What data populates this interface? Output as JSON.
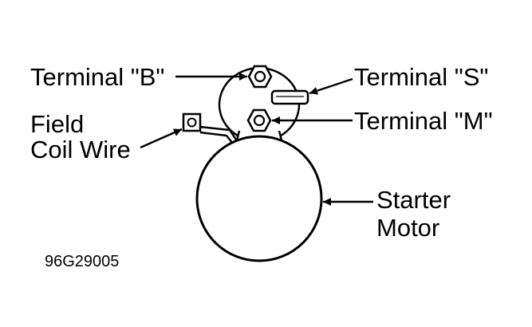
{
  "labels": {
    "terminal_b": "Terminal \"B\"",
    "terminal_s": "Terminal \"S\"",
    "terminal_m": "Terminal \"M\"",
    "field_coil_line1": "Field",
    "field_coil_line2": "Coil Wire",
    "starter_line1": "Starter",
    "starter_line2": "Motor"
  },
  "figure_code": "96G29005",
  "colors": {
    "ink": "#000000",
    "background": "#ffffff"
  }
}
